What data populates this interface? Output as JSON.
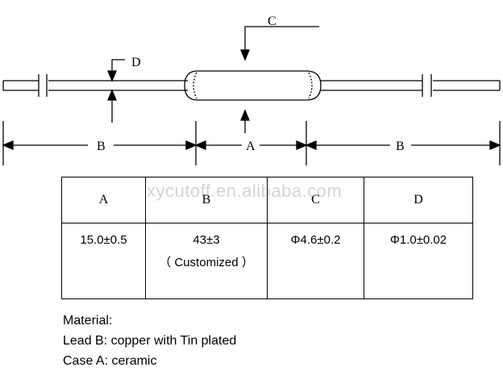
{
  "labels": {
    "A": "A",
    "B": "B",
    "C": "C",
    "D": "D"
  },
  "table": {
    "headers": [
      "A",
      "B",
      "C",
      "D"
    ],
    "values": [
      {
        "main": "15.0±0.5"
      },
      {
        "main": "43±3",
        "sub": "（ Customized ）"
      },
      {
        "main": "Φ4.6±0.2"
      },
      {
        "main": "Φ1.0±0.02"
      }
    ]
  },
  "watermark": "xycutoff.en.alibaba.com",
  "material": {
    "title": "Material:",
    "lines": [
      "Lead B: copper with Tin plated",
      "Case A: ceramic"
    ]
  }
}
